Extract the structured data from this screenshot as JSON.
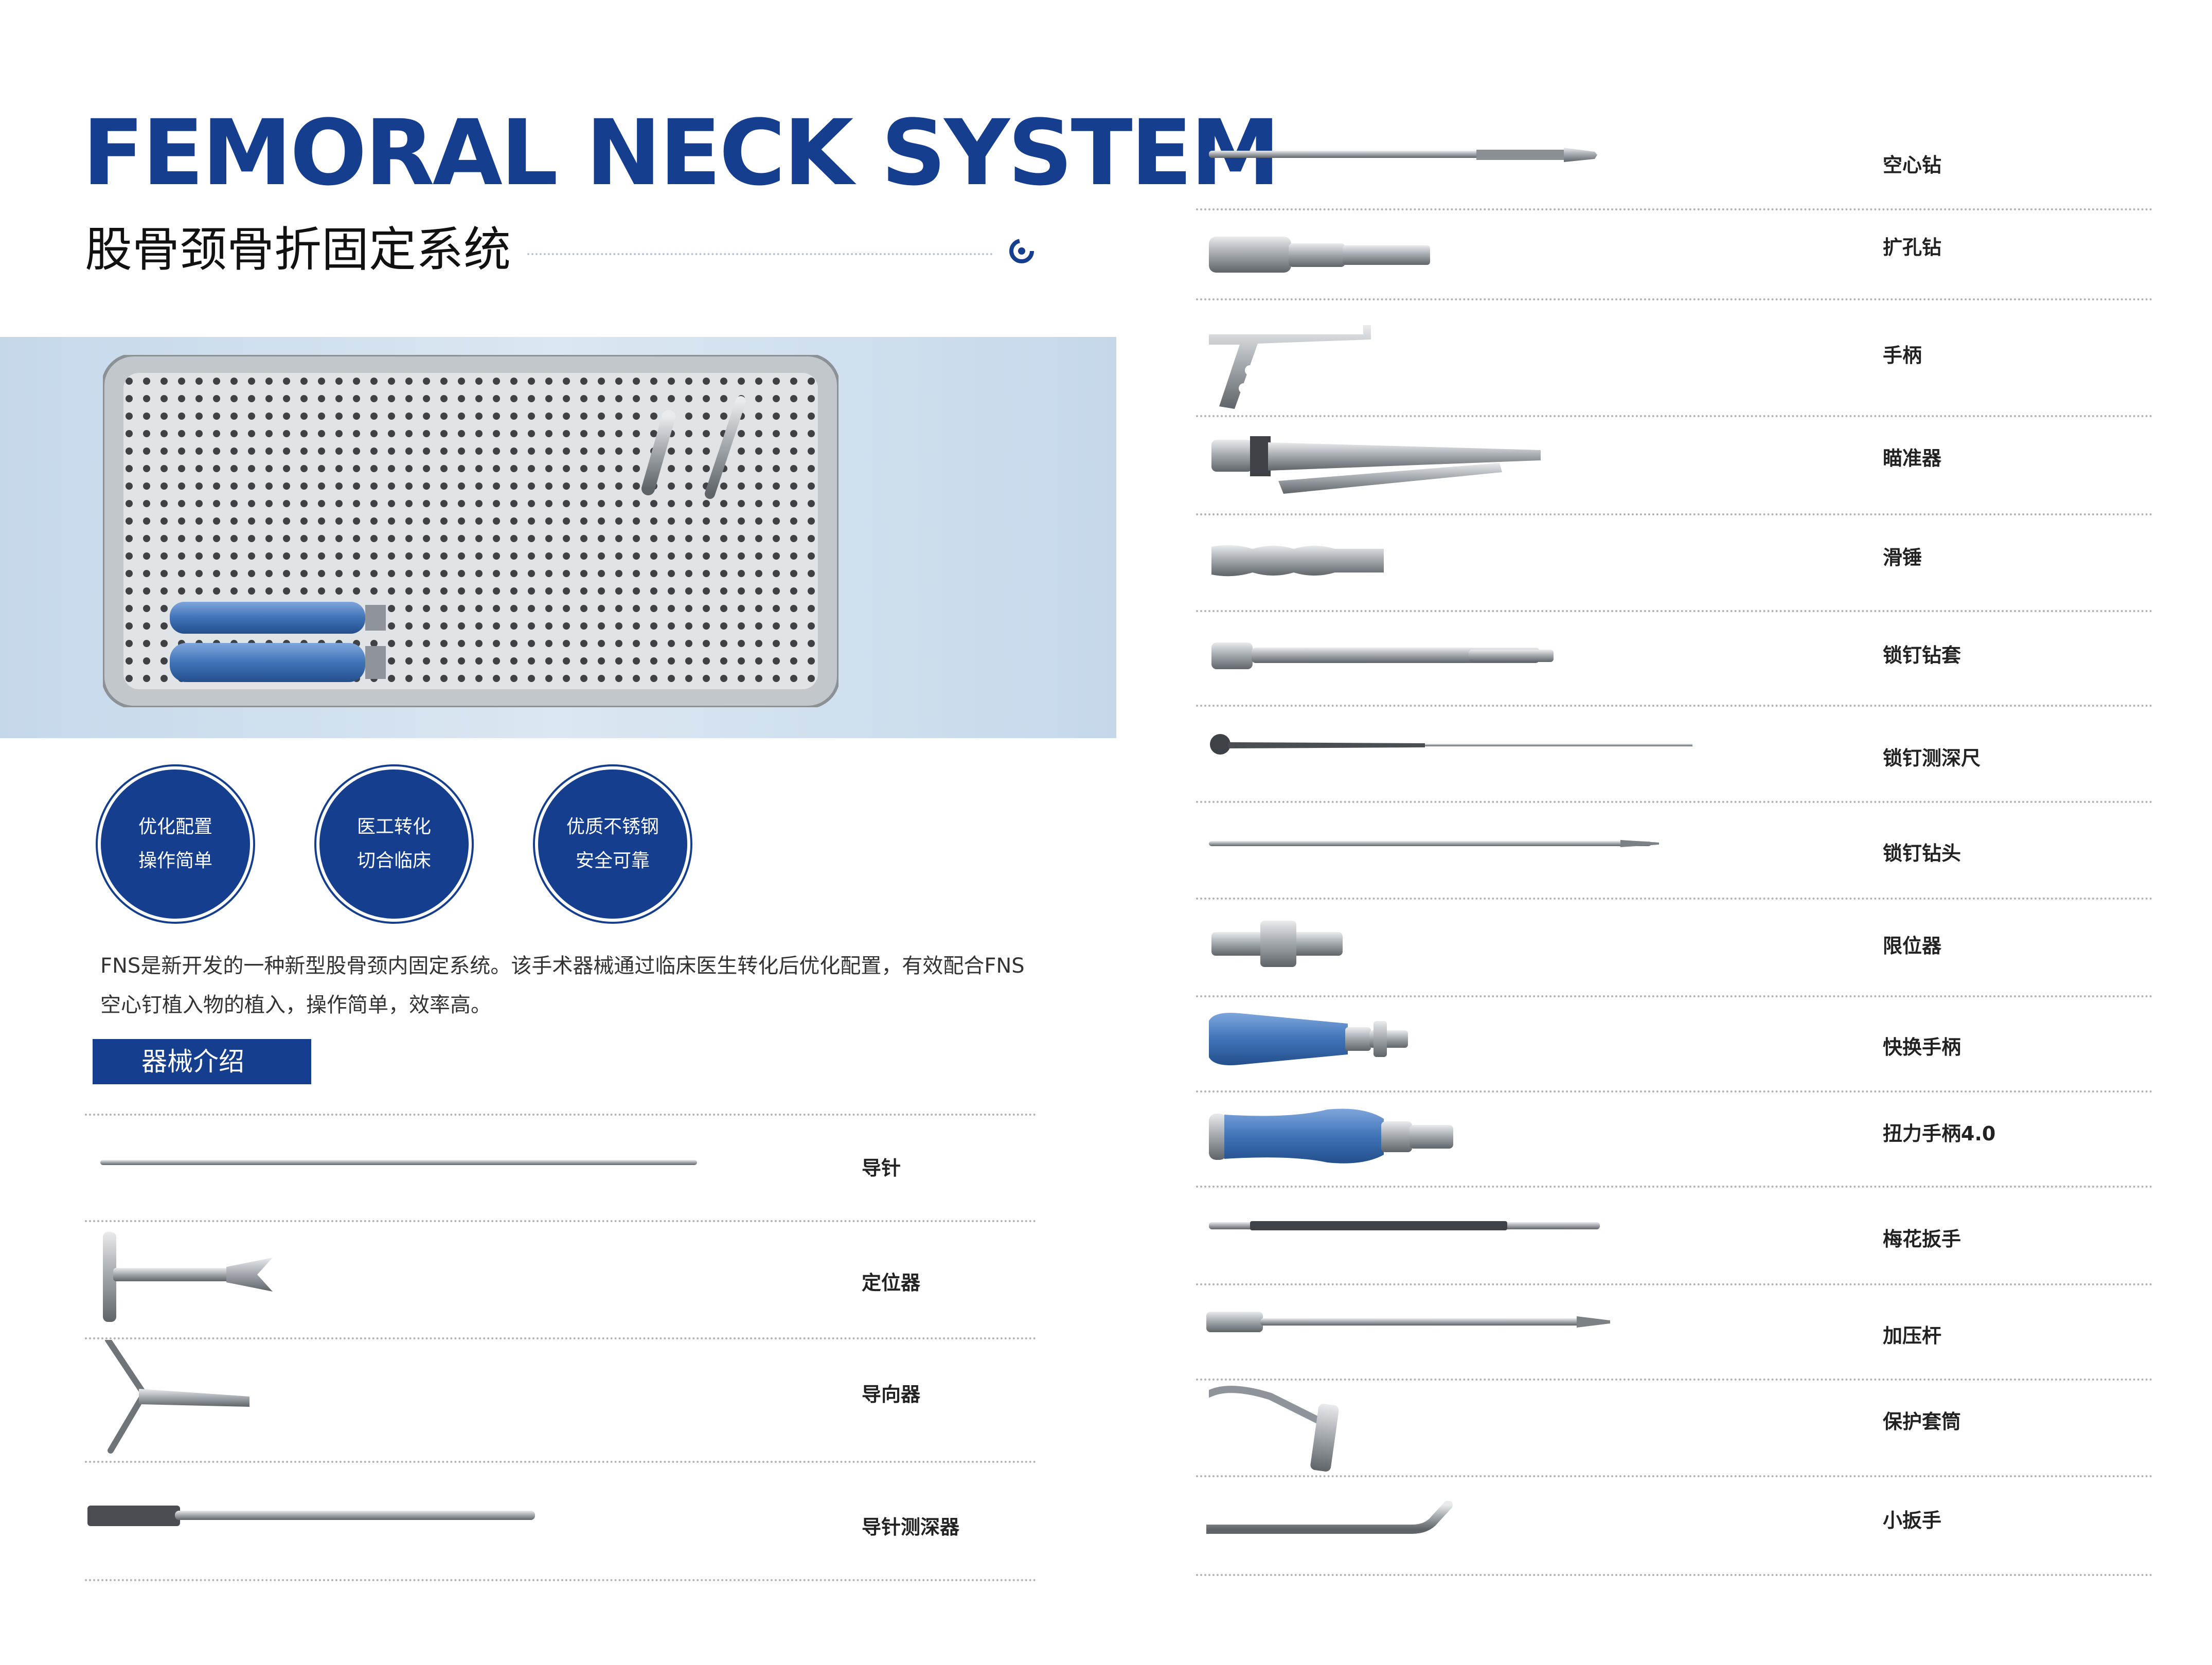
{
  "header": {
    "title_en": "FEMORAL NECK SYSTEM",
    "title_cn": "股骨颈骨折固定系统"
  },
  "features": [
    {
      "line1": "优化配置",
      "line2": "操作简单"
    },
    {
      "line1": "医工转化",
      "line2": "切合临床"
    },
    {
      "line1": "优质不锈钢",
      "line2": "安全可靠"
    }
  ],
  "description": {
    "line1": "FNS是新开发的一种新型股骨颈内固定系统。该手术器械通过临床医生转化后优化配置，有效配合FNS",
    "line2": "空心钉植入物的植入，操作简单，效率高。"
  },
  "section_title": "器械介绍",
  "instruments_left": [
    {
      "name": "导针"
    },
    {
      "name": "定位器"
    },
    {
      "name": "导向器"
    },
    {
      "name": "导针测深器"
    }
  ],
  "instruments_right": [
    {
      "name": "空心钻"
    },
    {
      "name": "扩孔钻"
    },
    {
      "name": "手柄"
    },
    {
      "name": "瞄准器"
    },
    {
      "name": "滑锤"
    },
    {
      "name": "锁钉钻套"
    },
    {
      "name": "锁钉测深尺"
    },
    {
      "name": "锁钉钻头"
    },
    {
      "name": "限位器"
    },
    {
      "name": "快换手柄"
    },
    {
      "name": "扭力手柄4.0"
    },
    {
      "name": "梅花扳手"
    },
    {
      "name": "加压杆"
    },
    {
      "name": "保护套筒"
    },
    {
      "name": "小扳手"
    }
  ],
  "colors": {
    "brand_blue": "#163e8f",
    "handle_blue": "#3f74b8",
    "steel": "#a9aeb3",
    "hero_band": "#d3e1ee"
  }
}
